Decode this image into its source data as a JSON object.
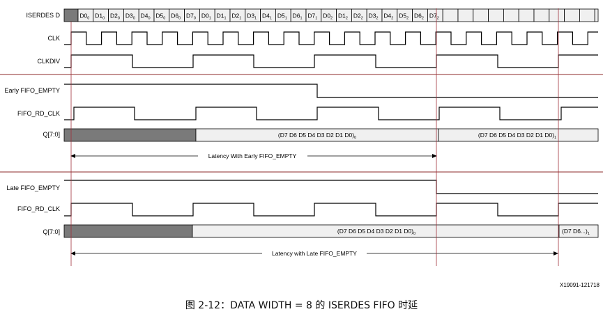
{
  "signals": {
    "iserdes": "ISERDES D",
    "clk": "CLK",
    "clkdiv": "CLKDIV",
    "early_empty": "Early FIFO_EMPTY",
    "early_rd_clk": "FIFO_RD_CLK",
    "early_q": "Q[7:0]",
    "late_empty": "Late FIFO_EMPTY",
    "late_rd_clk": "FIFO_RD_CLK",
    "late_q": "Q[7:0]"
  },
  "iserdes_cells": [
    {
      "main": "D0",
      "sub": "0"
    },
    {
      "main": "D1",
      "sub": "0"
    },
    {
      "main": "D2",
      "sub": "0"
    },
    {
      "main": "D3",
      "sub": "0"
    },
    {
      "main": "D4",
      "sub": "0"
    },
    {
      "main": "D5",
      "sub": "0"
    },
    {
      "main": "D6",
      "sub": "0"
    },
    {
      "main": "D7",
      "sub": "0"
    },
    {
      "main": "D0",
      "sub": "1"
    },
    {
      "main": "D1",
      "sub": "1"
    },
    {
      "main": "D2",
      "sub": "1"
    },
    {
      "main": "D3",
      "sub": "1"
    },
    {
      "main": "D4",
      "sub": "1"
    },
    {
      "main": "D5",
      "sub": "1"
    },
    {
      "main": "D6",
      "sub": "1"
    },
    {
      "main": "D7",
      "sub": "1"
    },
    {
      "main": "D0",
      "sub": "2"
    },
    {
      "main": "D1",
      "sub": "2"
    },
    {
      "main": "D2",
      "sub": "2"
    },
    {
      "main": "D3",
      "sub": "2"
    },
    {
      "main": "D4",
      "sub": "2"
    },
    {
      "main": "D5",
      "sub": "2"
    },
    {
      "main": "D6",
      "sub": "2"
    },
    {
      "main": "D7",
      "sub": "2"
    }
  ],
  "early_q_values": [
    {
      "main": "(D7 D6 D5 D4 D3 D2 D1 D0)",
      "sub": "0"
    },
    {
      "main": "(D7 D6 D5 D4 D3 D2 D1 D0)",
      "sub": "1"
    }
  ],
  "late_q_values": [
    {
      "main": "(D7 D6 D5 D4 D3 D2 D1 D0)",
      "sub": "0"
    },
    {
      "main": "(D7 D6...)",
      "sub": "1"
    }
  ],
  "early_latency_label": "Latency With Early FIFO_EMPTY",
  "late_latency_label": "Latency with Late FIFO_EMPTY",
  "figure_id": "X19091-121718",
  "caption": "图 2-12：DATA  WIDTH = 8 的 ISERDES FIFO 时延",
  "colors": {
    "shaded": "#7a7a7a",
    "bus_fill": "#f0f0f0",
    "divider": "#8c2a2a",
    "marker": "#a0303a"
  }
}
